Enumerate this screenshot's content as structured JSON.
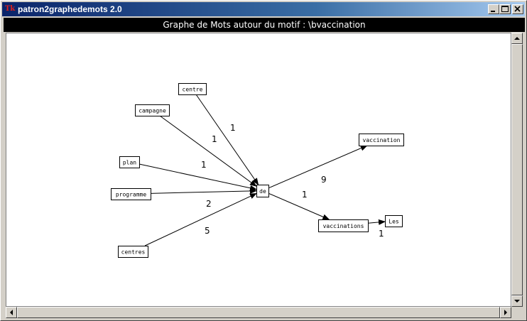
{
  "window": {
    "title": "patron2graphedemots 2.0",
    "icon_glyph": "Tk"
  },
  "header": {
    "text": "Graphe de Mots autour du motif : \\bvaccination"
  },
  "graph": {
    "nodes": [
      {
        "id": "centre",
        "label": "centre"
      },
      {
        "id": "campagne",
        "label": "campagne"
      },
      {
        "id": "plan",
        "label": "plan"
      },
      {
        "id": "programme",
        "label": "programme"
      },
      {
        "id": "centres",
        "label": "centres"
      },
      {
        "id": "de",
        "label": "de"
      },
      {
        "id": "vaccination",
        "label": "vaccination"
      },
      {
        "id": "vaccinations",
        "label": "vaccinations"
      },
      {
        "id": "Les",
        "label": "Les"
      }
    ],
    "edges": [
      {
        "from": "centre",
        "to": "de",
        "weight": "1"
      },
      {
        "from": "campagne",
        "to": "de",
        "weight": "1"
      },
      {
        "from": "plan",
        "to": "de",
        "weight": "1"
      },
      {
        "from": "programme",
        "to": "de",
        "weight": "2"
      },
      {
        "from": "centres",
        "to": "de",
        "weight": "5"
      },
      {
        "from": "de",
        "to": "vaccination",
        "weight": "9"
      },
      {
        "from": "de",
        "to": "vaccinations",
        "weight": "1"
      },
      {
        "from": "vaccinations",
        "to": "Les",
        "weight": "1"
      }
    ]
  },
  "icons": {
    "minimize": "minimize-icon",
    "maximize": "maximize-icon",
    "close": "close-icon"
  }
}
